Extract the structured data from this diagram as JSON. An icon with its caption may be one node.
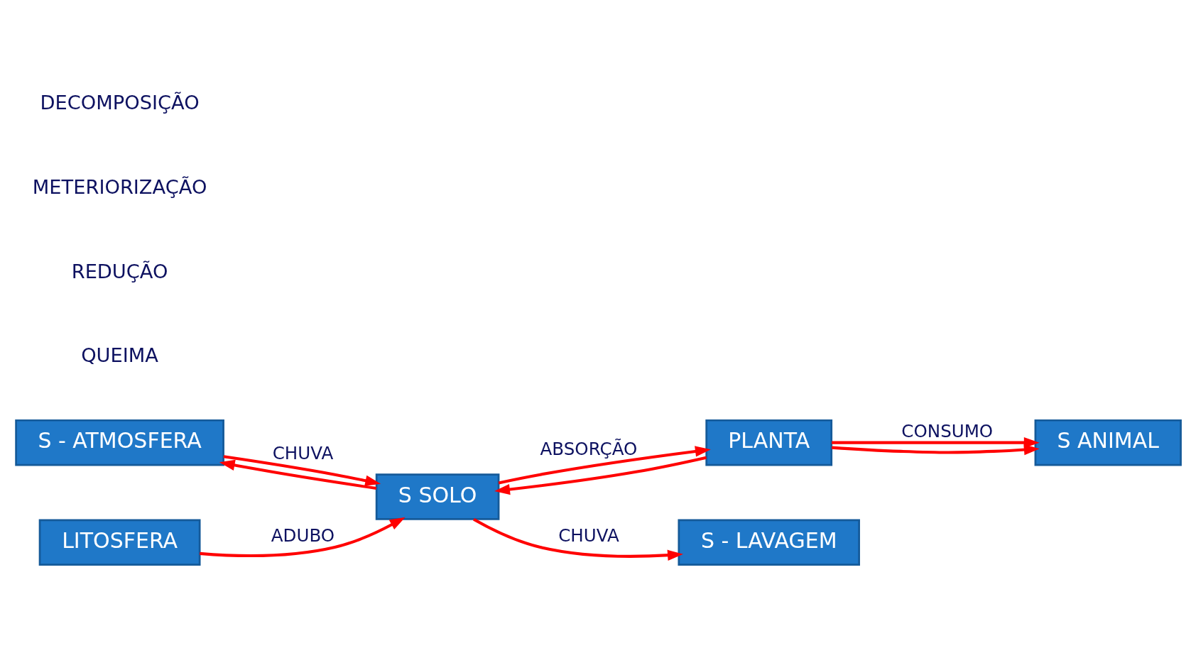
{
  "diagram": {
    "nodes": [
      {
        "text": [
          "S - ATMOSFERA"
        ]
      },
      {
        "text": [
          "LITOSFERA"
        ]
      },
      {
        "text": [
          "S SOLO"
        ]
      },
      {
        "text": [
          "PLANTA"
        ]
      },
      {
        "text": [
          "S ANIMAL"
        ]
      },
      {
        "text": [
          "S - LAVAGEM"
        ]
      }
    ],
    "edges": [
      {
        "from": 0,
        "to": 2,
        "arrow": "to",
        "label": "CHUVA"
      },
      {
        "from": 2,
        "to": 0,
        "arrow": "to"
      },
      {
        "from": 1,
        "to": 2,
        "arrow": "to",
        "label": "ADUBO"
      },
      {
        "from": 2,
        "to": 3,
        "arrow": "to",
        "label": "ABSORÇÃO"
      },
      {
        "from": 3,
        "to": 4,
        "arrow": "to",
        "label": "CONSUMO"
      },
      {
        "from": 2,
        "to": 5,
        "arrow": "to",
        "label": "CHUVA"
      },
      {
        "from": 3,
        "to": 2,
        "arrow": "to"
      },
      {
        "from": 3,
        "to": 4,
        "arrow": "to"
      }
    ],
    "labels": [
      "QUEIMA",
      "REDUÇÃO",
      "METERIORIZAÇÃO",
      "DECOMPOSIÇÃO"
    ]
  }
}
